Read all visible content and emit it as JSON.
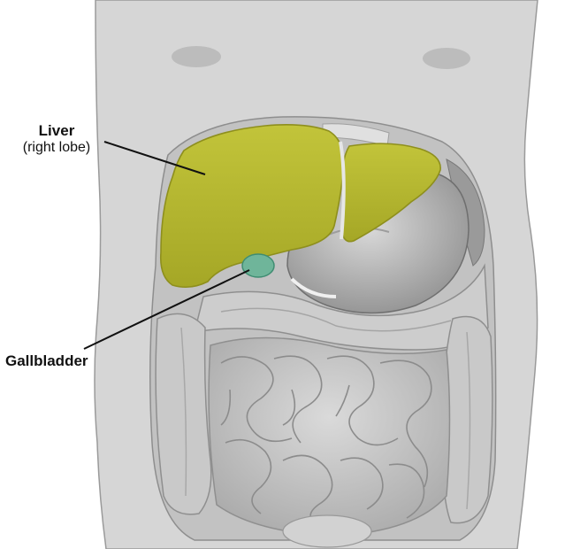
{
  "labels": {
    "liver": "Liver",
    "liver_sub": "(right lobe)",
    "gallbladder": "Gallbladder"
  },
  "colors": {
    "body": "#d6d6d6",
    "body_outline": "#9a9a9a",
    "cavity": "#c2c2c2",
    "organ_gray": "#bdbdbd",
    "organ_light": "#cfcfcf",
    "organ_dark": "#8f8f8f",
    "liver": "#b3b52d",
    "liver_dark": "#8e8f1d",
    "gallbladder": "#6fb59a",
    "leader_line": "#111111"
  }
}
